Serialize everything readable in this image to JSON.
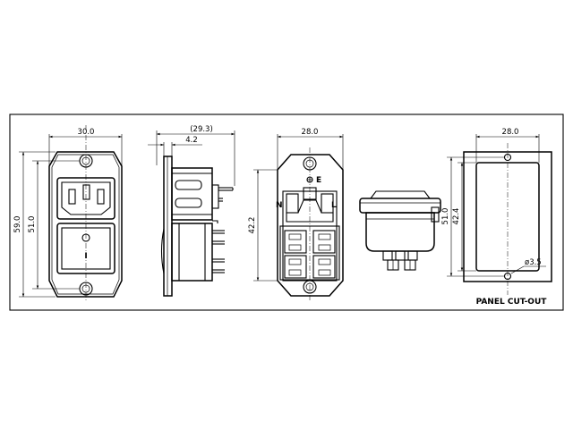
{
  "dimensions": {
    "front_width": "30.0",
    "front_height": "59.0",
    "front_inner_height": "51.0",
    "side_depth": "(29.3)",
    "side_flange": "4.2",
    "rear_width": "28.0",
    "rear_height": "42.2",
    "cutout_width": "28.0",
    "cutout_height": "51.0",
    "cutout_inner_height": "42.4",
    "hole_diameter": "ø3.5"
  },
  "labels": {
    "neutral": "N",
    "line": "L",
    "earth": "E",
    "switch_mark": "I",
    "panel_cutout": "PANEL CUT-OUT"
  }
}
